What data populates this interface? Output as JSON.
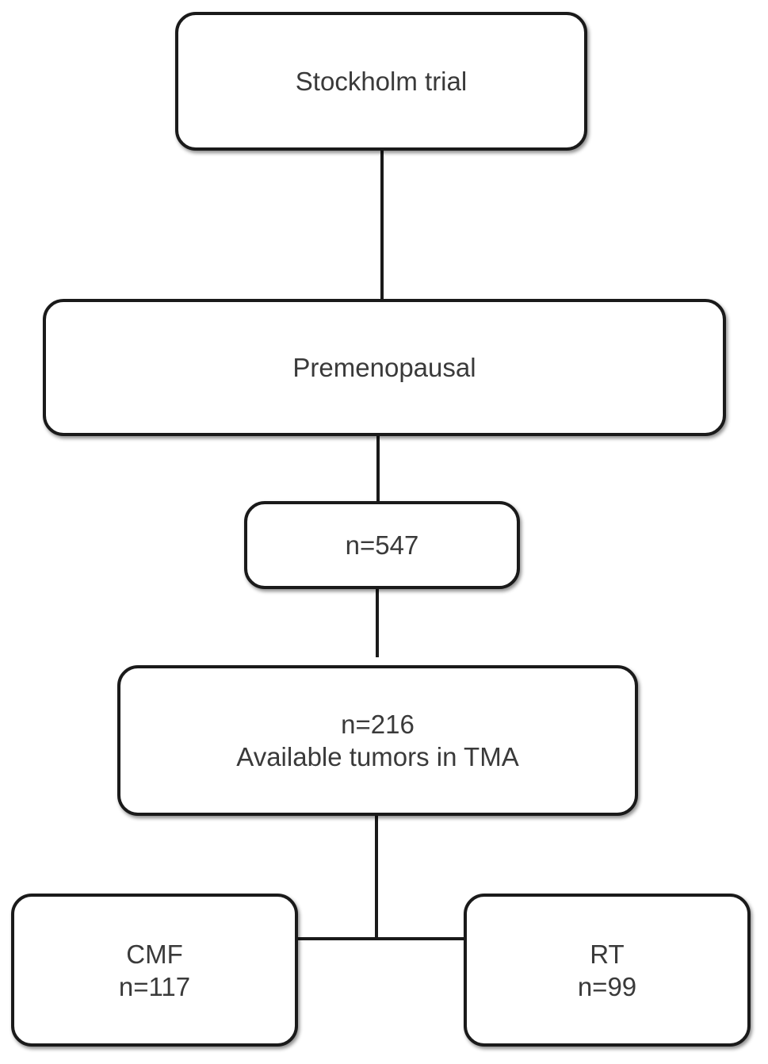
{
  "flowchart": {
    "stockholm": {
      "label": "Stockholm trial"
    },
    "premenopausal": {
      "label": "Premenopausal"
    },
    "enrolled": {
      "label": "n=547"
    },
    "available": {
      "count": "n=216",
      "label": "Available tumors in TMA"
    },
    "cmf": {
      "label": "CMF",
      "count": "n=117"
    },
    "rt": {
      "label": "RT",
      "count": "n=99"
    }
  }
}
